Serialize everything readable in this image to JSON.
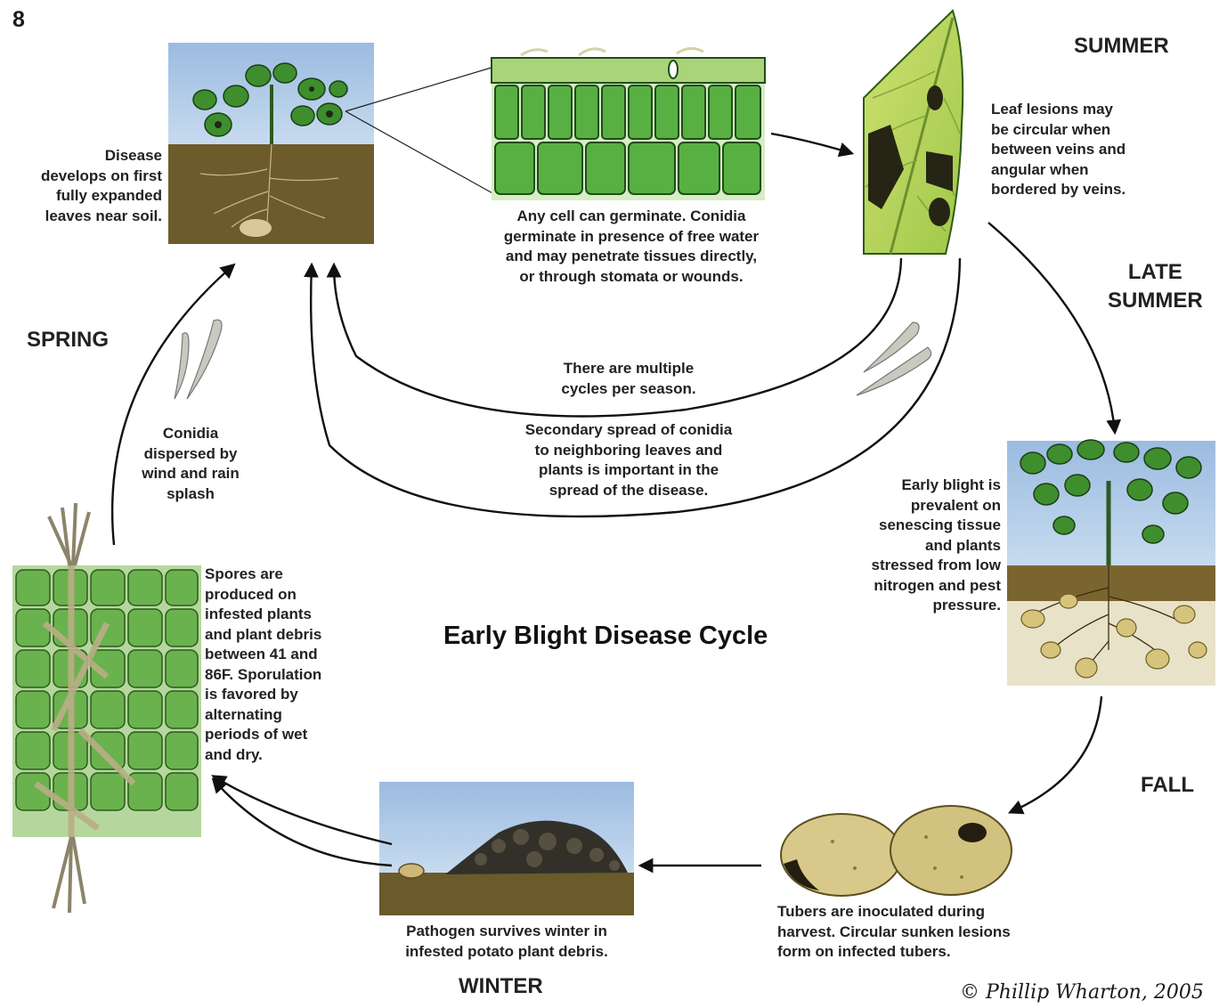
{
  "figure_number": "8",
  "title": "Early Blight Disease Cycle",
  "seasons": {
    "summer": "SUMMER",
    "late_summer": "LATE\nSUMMER",
    "fall": "FALL",
    "winter": "WINTER",
    "spring": "SPRING"
  },
  "captions": {
    "disease_develops": "Disease\ndevelops on first\nfully expanded\nleaves near soil.",
    "germinate": "Any cell can germinate. Conidia\ngerminate in presence of free water\nand may penetrate tissues directly,\nor through stomata or wounds.",
    "leaf_lesions": "Leaf lesions may\nbe circular when\nbetween veins and\nangular when\nbordered by veins.",
    "multiple_cycles": "There are multiple\ncycles per season.",
    "secondary_spread": "Secondary spread of conidia\nto neighboring leaves and\nplants is important in the\nspread of the disease.",
    "conidia_dispersed": "Conidia\ndispersed by\nwind and rain\nsplash",
    "early_blight_prevalent": "Early blight is\nprevalent on\nsenescing tissue\nand plants\nstressed from low\nnitrogen and pest\npressure.",
    "spores_produced": "Spores are\nproduced on\ninfested plants\nand plant debris\nbetween 41 and\n86F. Sporulation\nis favored by\nalternating\nperiods of wet\nand dry.",
    "tubers_inoculated": "Tubers are inoculated during\nharvest. Circular sunken lesions\nform on infected tubers.",
    "pathogen_survives": "Pathogen survives winter in\ninfested potato plant debris."
  },
  "credit": "© Phillip Wharton, 2005",
  "colors": {
    "sky": "#a9c6e6",
    "soil": "#6b5a2a",
    "leaf_green": "#3f8f2f",
    "cell_green": "#4fa840",
    "lesion": "#2a2a1a",
    "tuber": "#d8c98a"
  }
}
